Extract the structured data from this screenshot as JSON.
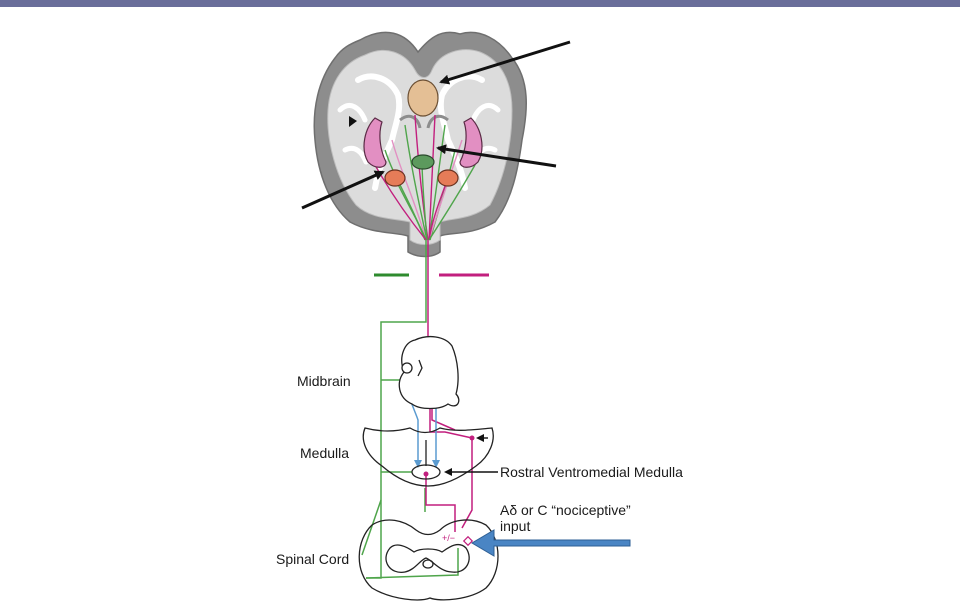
{
  "colors": {
    "header_bar": "#6a6e9a",
    "green_pathway": "#4fa54b",
    "magenta_pathway": "#c21f7e",
    "blue_pathway": "#5b9bd0",
    "input_arrow": "#4a85c4",
    "nucleus_tan": "#e4bf95",
    "nucleus_pink": "#e28fc2",
    "nucleus_orange": "#e67c58",
    "nucleus_green": "#5c9a5d"
  },
  "labels": {
    "midbrain": "Midbrain",
    "medulla": "Medulla",
    "rvm": "Rostral Ventromedial Medulla",
    "input_line1": "Aδ or C “nociceptive”",
    "input_line2": "input",
    "spinal_cord": "Spinal Cord",
    "dorsal_horn_mark": "+/−"
  }
}
